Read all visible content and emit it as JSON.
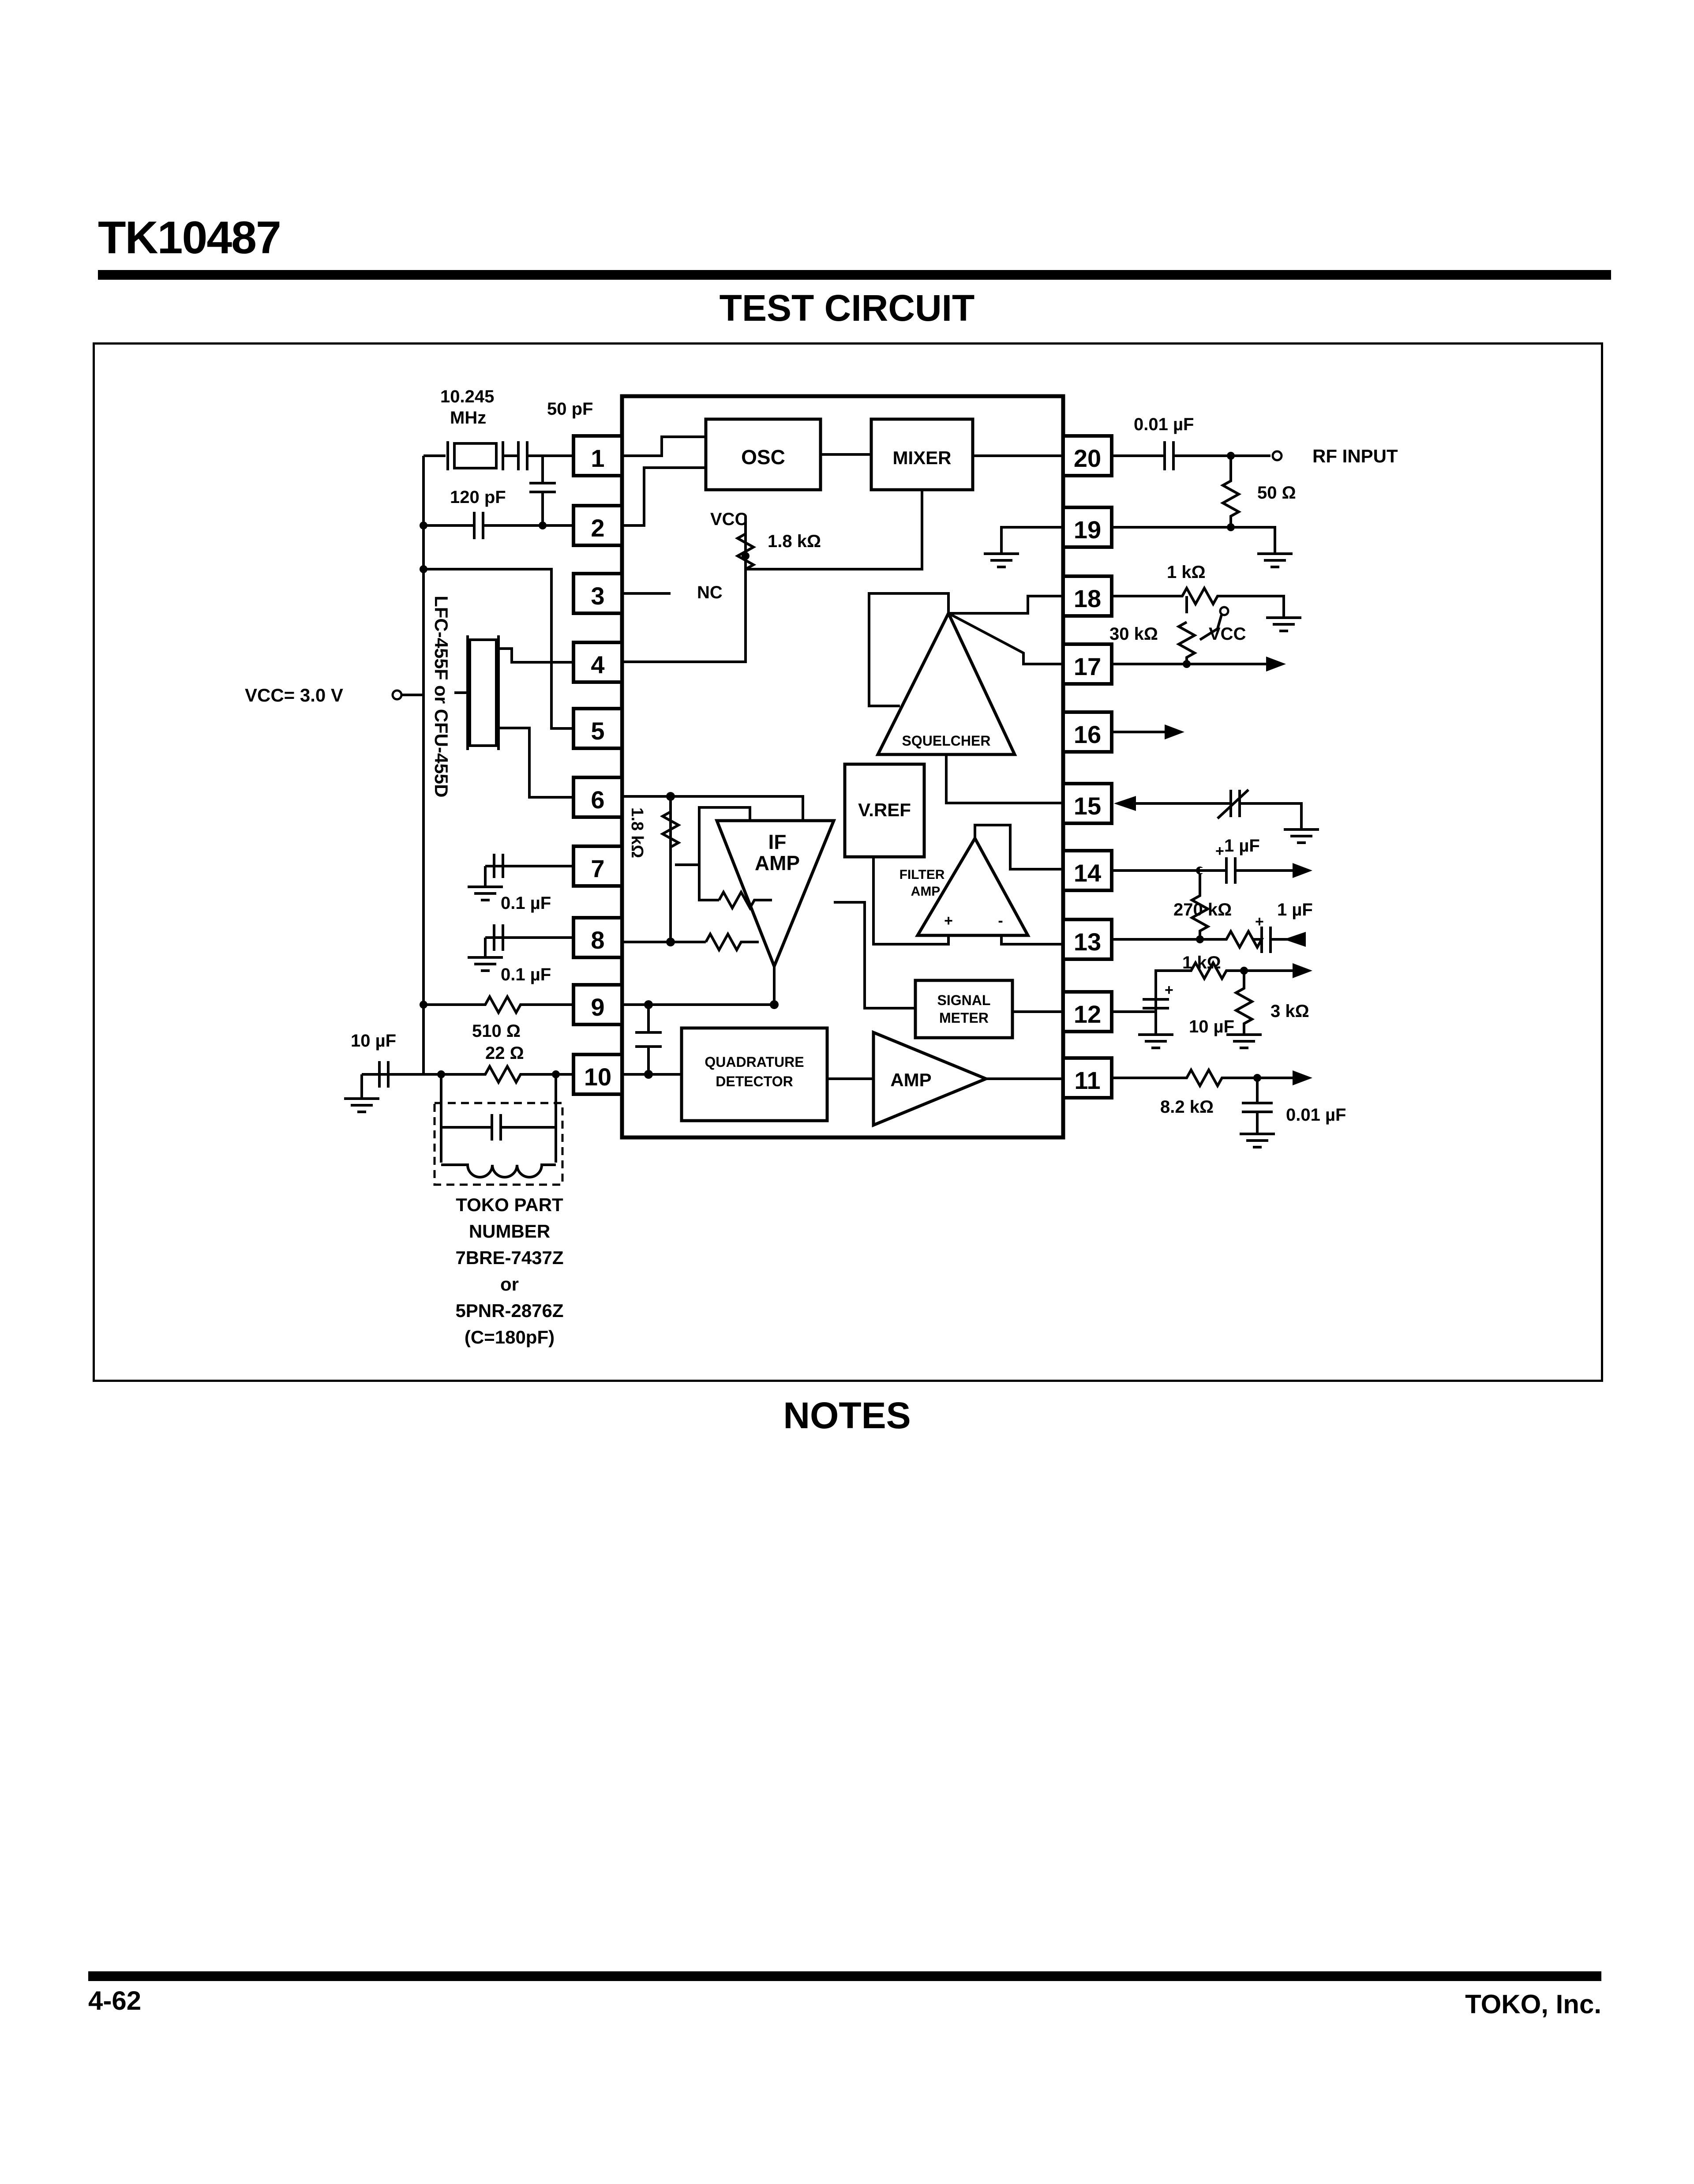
{
  "header": {
    "title": "TK10487",
    "section_title": "TEST CIRCUIT"
  },
  "chip": {
    "pins_left": [
      "1",
      "2",
      "3",
      "4",
      "5",
      "6",
      "7",
      "8",
      "9",
      "10"
    ],
    "pins_right": [
      "20",
      "19",
      "18",
      "17",
      "16",
      "15",
      "14",
      "13",
      "12",
      "11"
    ],
    "blocks": {
      "osc": "OSC",
      "mixer": "MIXER",
      "nc": "NC",
      "vref": "V.REF",
      "squelcher": "SQUELCHER",
      "if_amp_1": "IF",
      "if_amp_2": "AMP",
      "filter_amp_1": "FILTER",
      "filter_amp_2": "AMP",
      "signal_meter_1": "SIGNAL",
      "signal_meter_2": "METER",
      "quad_det_1": "QUADRATURE",
      "quad_det_2": "DETECTOR",
      "amp": "AMP",
      "plus": "+",
      "minus": "-"
    }
  },
  "components": {
    "crystal_freq": "10.245",
    "crystal_unit": "MHz",
    "c_50pf": "50 pF",
    "c_120pf": "120 pF",
    "vcc_int": "VCC",
    "r_18k": "1.8 kΩ",
    "r_18k_vertical": "1.8 kΩ",
    "filter_part": "LFC-455F or CFU-455D",
    "vcc_supply": "VCC= 3.0 V",
    "c_01uf_7": "0.1 µF",
    "c_01uf_8": "0.1 µF",
    "r_510": "510 Ω",
    "r_22": "22 Ω",
    "c_10uf_left": "10 µF",
    "c_001uf_rf": "0.01 µF",
    "rf_input": "RF INPUT",
    "r_50": "50 Ω",
    "r_1k_18": "1 kΩ",
    "r_30k": "30 kΩ",
    "vcc_18": "VCC",
    "c_1uf_15": "1 µF",
    "r_270k": "270 kΩ",
    "c_1uf_13": "1 µF",
    "r_1k_12": "1 kΩ",
    "c_10uf_12": "10 µF",
    "r_3k": "3 kΩ",
    "r_82k": "8.2 kΩ",
    "c_001uf_11": "0.01 µF"
  },
  "toko_part": [
    "TOKO PART",
    "NUMBER",
    "7BRE-7437Z",
    "or",
    "5PNR-2876Z",
    "(C=180pF)"
  ],
  "notes_title": "NOTES",
  "footer": {
    "page_number": "4-62",
    "company": "TOKO, Inc."
  }
}
